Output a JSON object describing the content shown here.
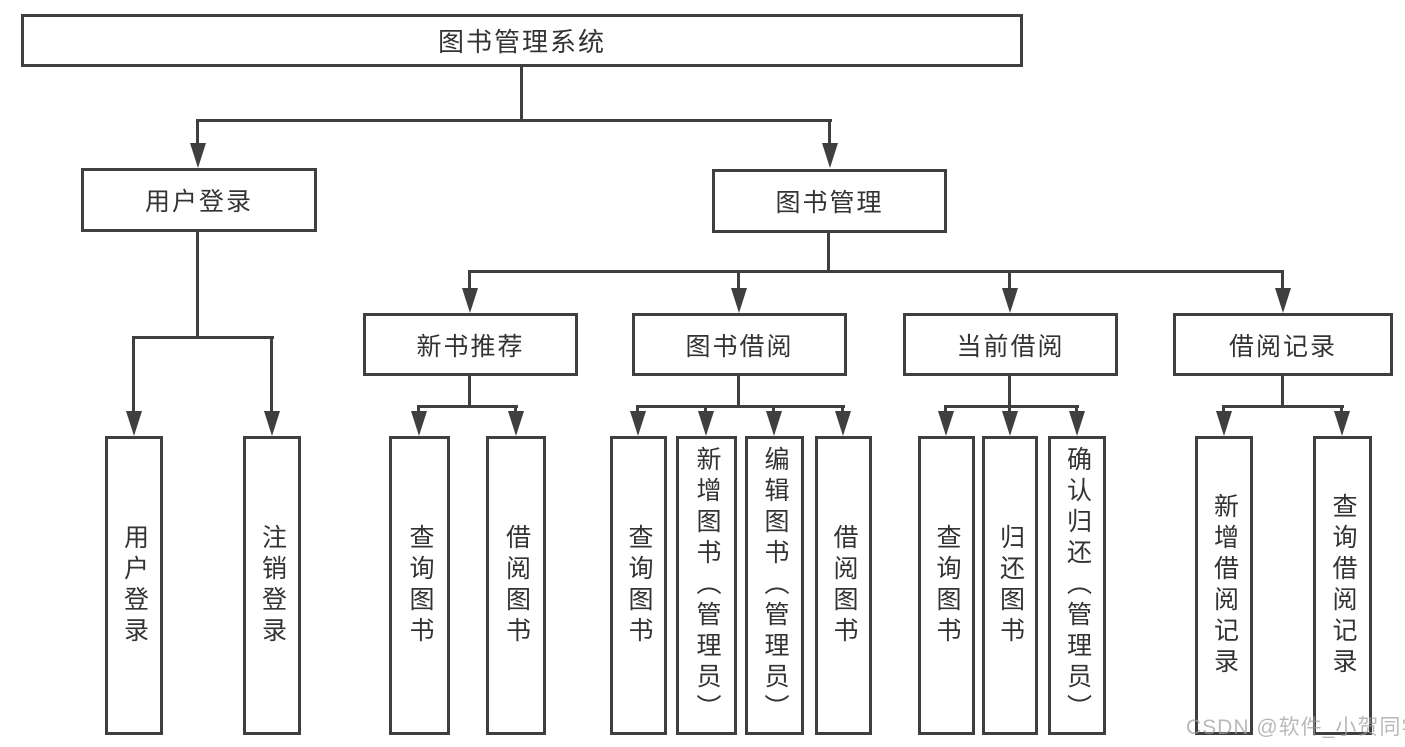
{
  "diagram": {
    "type": "feature-tree",
    "colors": {
      "line": "#3f3f3f",
      "box_border": "#3f3f3f",
      "box_background": "#ffffff",
      "text": "#333333",
      "page_background": "#ffffff",
      "watermark": "#c4c4c4"
    },
    "tree": {
      "root": {
        "label": "图书管理系统"
      },
      "level2": [
        {
          "label": "用户登录"
        },
        {
          "label": "图书管理"
        }
      ],
      "level3": [
        {
          "label": "新书推荐"
        },
        {
          "label": "图书借阅"
        },
        {
          "label": "当前借阅"
        },
        {
          "label": "借阅记录"
        }
      ],
      "leaves": {
        "login": [
          {
            "label": "用户登录"
          },
          {
            "label": "注销登录"
          }
        ],
        "newbook": [
          {
            "label": "查询图书"
          },
          {
            "label": "借阅图书"
          }
        ],
        "borrow": [
          {
            "label": "查询图书"
          },
          {
            "label": "新增图书（管理员）"
          },
          {
            "label": "编辑图书（管理员）"
          },
          {
            "label": "借阅图书"
          }
        ],
        "current": [
          {
            "label": "查询图书"
          },
          {
            "label": "归还图书"
          },
          {
            "label": "确认归还（管理员）"
          }
        ],
        "records": [
          {
            "label": "新增借阅记录"
          },
          {
            "label": "查询借阅记录"
          }
        ]
      }
    },
    "watermark": {
      "text": "CSDN @软件_小贺同学"
    }
  }
}
